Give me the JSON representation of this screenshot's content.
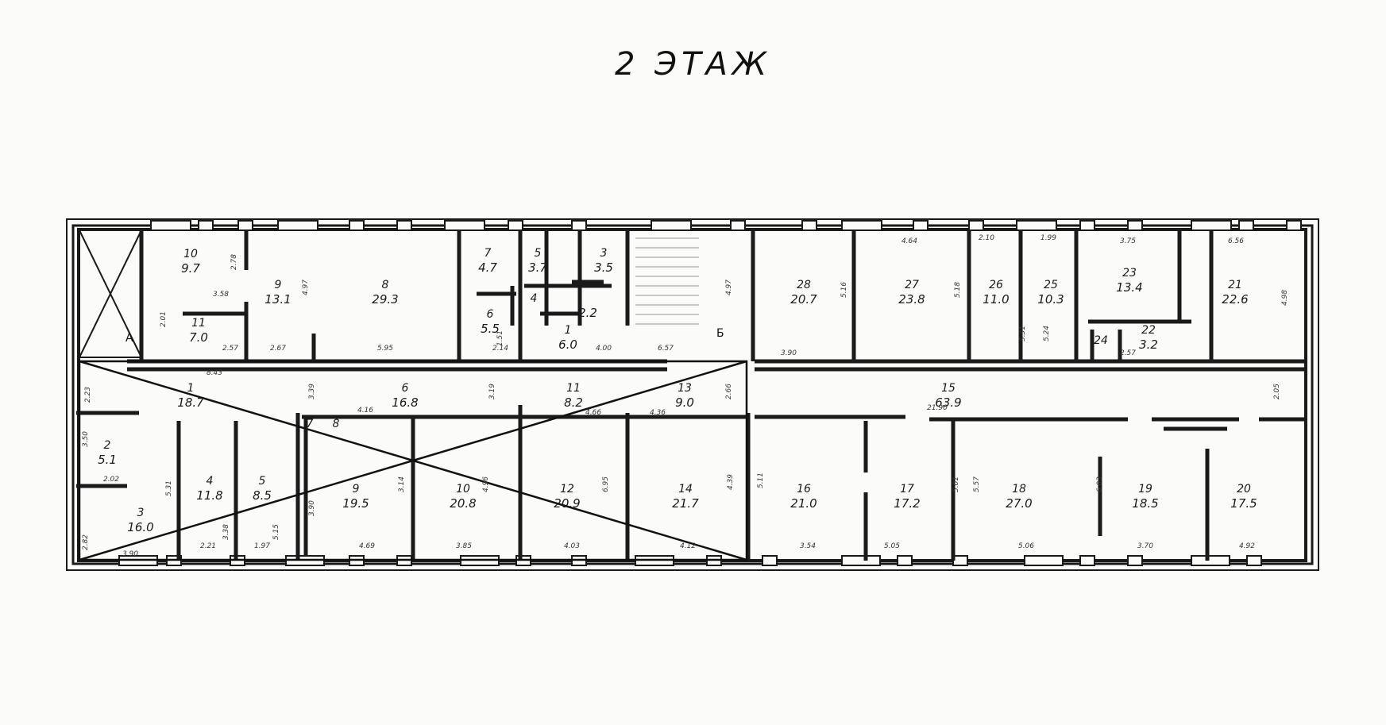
{
  "title": "2 ЭТАЖ",
  "rooms": [
    {
      "num": "10",
      "area": "9.7"
    },
    {
      "num": "9",
      "area": "13.1"
    },
    {
      "num": "8",
      "area": "29.3"
    },
    {
      "num": "7",
      "area": "4.7"
    },
    {
      "num": "5",
      "area": "3.7"
    },
    {
      "num": "3",
      "area": "3.5"
    },
    {
      "num": "4",
      "area": ""
    },
    {
      "num": "",
      "area": "2.2"
    },
    {
      "num": "11",
      "area": "7.0"
    },
    {
      "num": "6",
      "area": "5.5"
    },
    {
      "num": "1",
      "area": "6.0"
    },
    {
      "num": "28",
      "area": "20.7"
    },
    {
      "num": "27",
      "area": "23.8"
    },
    {
      "num": "26",
      "area": "11.0"
    },
    {
      "num": "25",
      "area": "10.3"
    },
    {
      "num": "23",
      "area": "13.4"
    },
    {
      "num": "21",
      "area": "22.6"
    },
    {
      "num": "24",
      "area": ""
    },
    {
      "num": "22",
      "area": "3.2"
    },
    {
      "num": "1",
      "area": "18.7"
    },
    {
      "num": "6",
      "area": "16.8"
    },
    {
      "num": "11",
      "area": "8.2"
    },
    {
      "num": "13",
      "area": "9.0"
    },
    {
      "num": "15",
      "area": "63.9"
    },
    {
      "num": "2",
      "area": "5.1"
    },
    {
      "num": "3",
      "area": "16.0"
    },
    {
      "num": "4",
      "area": "11.8"
    },
    {
      "num": "5",
      "area": "8.5"
    },
    {
      "num": "9",
      "area": "19.5"
    },
    {
      "num": "10",
      "area": "20.8"
    },
    {
      "num": "12",
      "area": "20.9"
    },
    {
      "num": "14",
      "area": "21.7"
    },
    {
      "num": "16",
      "area": "21.0"
    },
    {
      "num": "17",
      "area": "17.2"
    },
    {
      "num": "18",
      "area": "27.0"
    },
    {
      "num": "19",
      "area": "18.5"
    },
    {
      "num": "20",
      "area": "17.5"
    },
    {
      "num": "7",
      "area": ""
    },
    {
      "num": "8",
      "area": ""
    }
  ],
  "dimensions": [
    "4.64",
    "2.10",
    "1.99",
    "3.75",
    "6.56",
    "2.78",
    "4.97",
    "3.58",
    "2.01",
    "2.57",
    "2.67",
    "5.95",
    "2.14",
    "1.51",
    "4.00",
    "6.57",
    "4.97",
    "5.16",
    "5.18",
    "3.90",
    "2.57",
    "5.31",
    "5.24",
    "4.98",
    "8.43",
    "2.23",
    "3.50",
    "2.02",
    "2.82",
    "3.90",
    "5.31",
    "2.21",
    "3.38",
    "1.97",
    "5.15",
    "3.39",
    "4.16",
    "3.90",
    "3.19",
    "4.66",
    "4.36",
    "2.66",
    "21.90",
    "2.05",
    "5.11",
    "4.69",
    "3.14",
    "3.85",
    "4.96",
    "4.03",
    "6.95",
    "4.39",
    "4.12",
    "3.54",
    "5.05",
    "5.01",
    "5.57",
    "5.06",
    "6.03",
    "3.70",
    "4.92"
  ],
  "markers": [
    "А",
    "Б"
  ]
}
